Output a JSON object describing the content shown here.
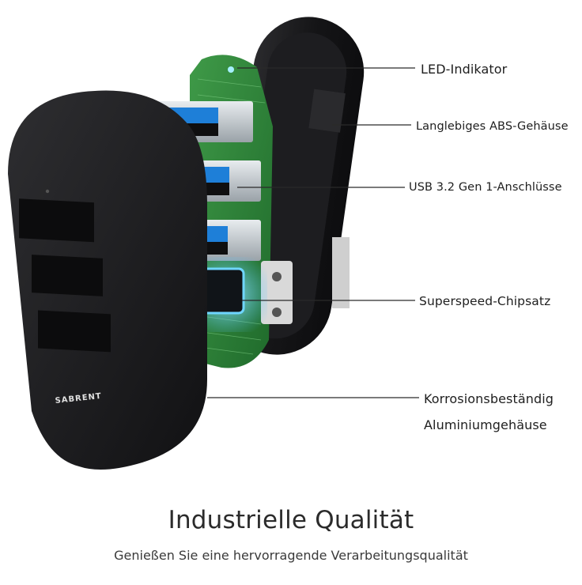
{
  "callouts": {
    "led": "LED-Indikator",
    "abs_housing": "Langlebiges ABS-Gehäuse",
    "usb_ports": "USB 3.2 Gen 1-Anschlüsse",
    "chipset": "Superspeed-Chipsatz",
    "aluminum_line1": "Korrosionsbeständig",
    "aluminum_line2": "Aluminiumgehäuse"
  },
  "product": {
    "logo_text": "SABRENT"
  },
  "headline": "Industrielle Qualität",
  "subline": "Genießen Sie eine hervorragende Verarbeitungsqualität",
  "colors": {
    "usb_blue": "#1e7fd8",
    "pcb_green": "#2f8a3c",
    "housing_black": "#1b1b1d",
    "chip_glow": "#4fc3ff"
  }
}
